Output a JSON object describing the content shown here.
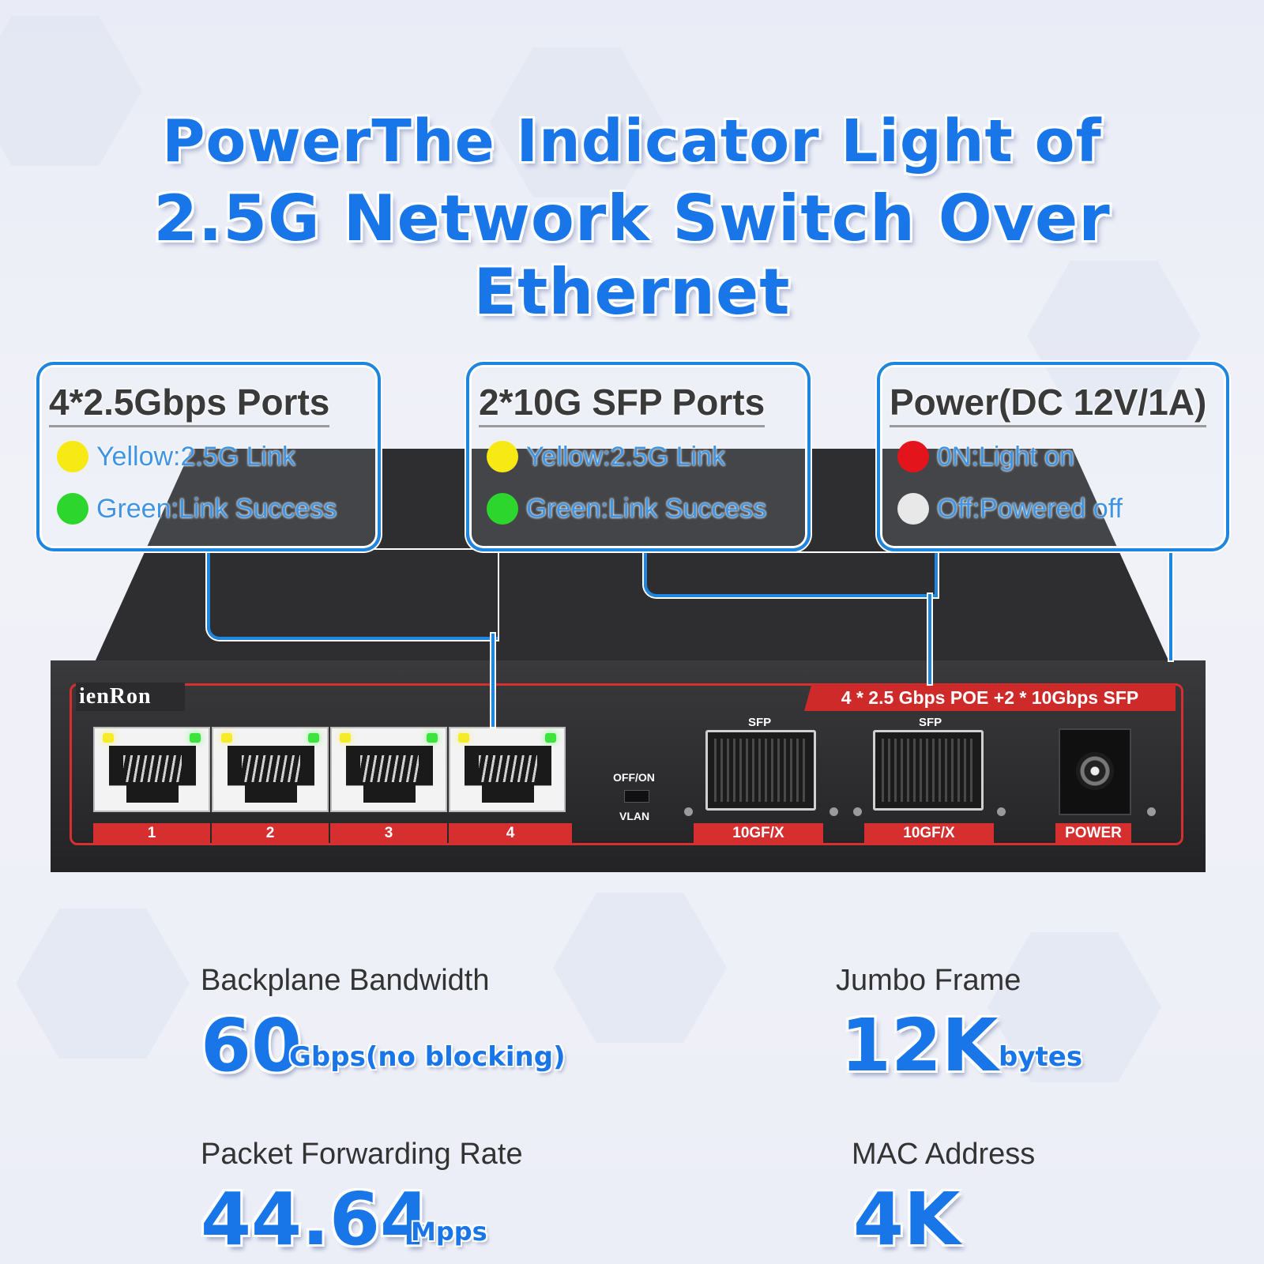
{
  "title": {
    "line1": "PowerThe Indicator Light of",
    "line2": "2.5G Network Switch Over Ethernet"
  },
  "callouts": {
    "ports": {
      "heading": "4*2.5Gbps Ports",
      "items": [
        {
          "color": "#f7ea14",
          "label": "Yellow:2.5G Link"
        },
        {
          "color": "#2cd62c",
          "label": "Green:Link Success"
        }
      ]
    },
    "sfp": {
      "heading": "2*10G SFP Ports",
      "items": [
        {
          "color": "#f7ea14",
          "label": "Yellow:2.5G Link"
        },
        {
          "color": "#2cd62c",
          "label": "Green:Link Success"
        }
      ]
    },
    "power": {
      "heading": "Power(DC 12V/1A)",
      "items": [
        {
          "color": "#e3141b",
          "label": "0N:Light on"
        },
        {
          "color": "#e8e8e8",
          "label": "Off:Powered off"
        }
      ]
    }
  },
  "device": {
    "brand": "ienRon",
    "model_banner": "4 * 2.5 Gbps POE  +2 * 10Gbps SFP",
    "port_numbers": [
      "1",
      "2",
      "3",
      "4"
    ],
    "vlan_top": "OFF/ON",
    "vlan_bottom": "VLAN",
    "sfp_label": "SFP",
    "sfp_port_label": "10GF/X",
    "power_label": "POWER"
  },
  "specs": {
    "backplane": {
      "label": "Backplane Bandwidth",
      "value": "60",
      "unit": "Gbps(no blocking)"
    },
    "jumbo": {
      "label": "Jumbo Frame",
      "value": "12K",
      "unit": "bytes"
    },
    "forwarding": {
      "label": "Packet Forwarding Rate",
      "value": "44.64",
      "unit": "Mpps"
    },
    "mac": {
      "label": "MAC Address",
      "value": "4K",
      "unit": ""
    }
  }
}
